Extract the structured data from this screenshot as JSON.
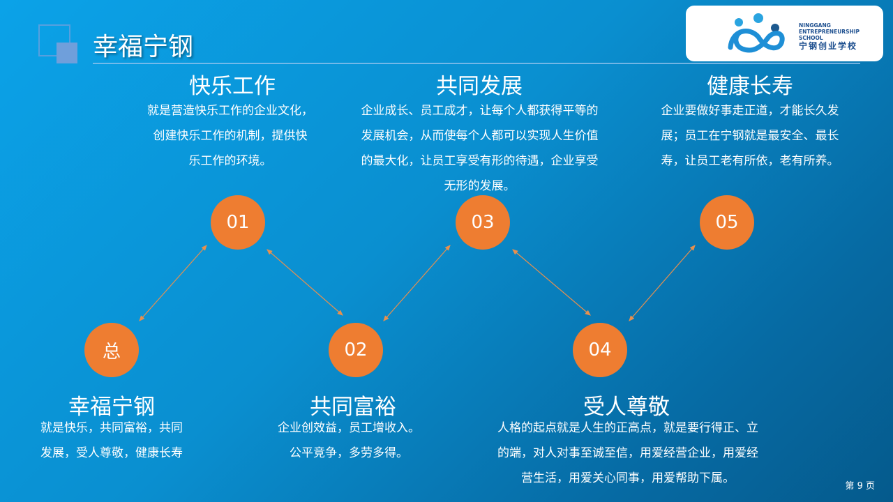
{
  "title": "幸福宁钢",
  "logo": {
    "line1": "NINGGANG",
    "line2": "ENTREPRENEURSHIP",
    "line3": "SCHOOL",
    "cn": "宁钢创业学校"
  },
  "items": [
    {
      "num": "总",
      "heading": "幸福宁钢",
      "desc": [
        "就是快乐，共同富裕，共同",
        "发展，受人尊敬，健康长寿"
      ]
    },
    {
      "num": "01",
      "heading": "快乐工作",
      "desc": [
        "就是营造快乐工作的企业文化，",
        "创建快乐工作的机制，提供快",
        "乐工作的环境。"
      ]
    },
    {
      "num": "02",
      "heading": "共同富裕",
      "desc": [
        "企业创效益，员工增收入。",
        "公平竞争，多劳多得。"
      ]
    },
    {
      "num": "03",
      "heading": "共同发展",
      "desc": [
        "企业成长、员工成才，让每个人都获得平等的",
        "发展机会，从而使每个人都可以实现人生价值",
        "的最大化，让员工享受有形的待遇，企业享受",
        "无形的发展。"
      ]
    },
    {
      "num": "04",
      "heading": "受人尊敬",
      "desc": [
        "人格的起点就是人生的正高点，就是要行得正、立",
        "的端，对人对事至诚至信，用爱经营企业，用爱经",
        "营生活，用爱关心同事，用爱帮助下属。"
      ]
    },
    {
      "num": "05",
      "heading": "健康长寿",
      "desc": [
        "企业要做好事走正道，才能长久发",
        "展；员工在宁钢就是最安全、最长",
        "寿，让员工老有所依，老有所养。"
      ]
    }
  ],
  "page": "第 9 页",
  "colors": {
    "accent": "#ee7d31"
  }
}
